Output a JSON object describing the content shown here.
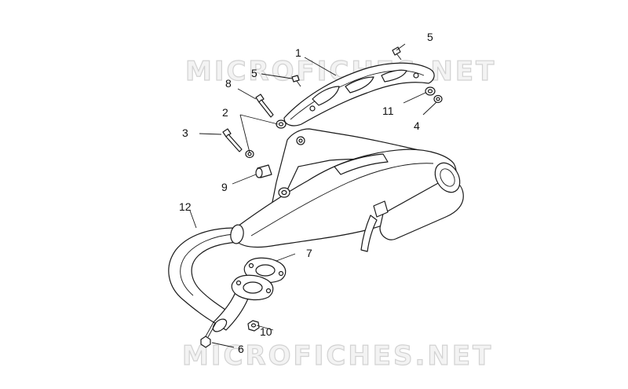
{
  "watermarks": [
    "MICROFICHES.NET",
    "MICROFICHES.NET"
  ],
  "labels": [
    {
      "id": "1",
      "text": "1"
    },
    {
      "id": "2",
      "text": "2"
    },
    {
      "id": "3",
      "text": "3"
    },
    {
      "id": "4",
      "text": "4"
    },
    {
      "id": "5a",
      "text": "5"
    },
    {
      "id": "5b",
      "text": "5"
    },
    {
      "id": "6",
      "text": "6"
    },
    {
      "id": "7",
      "text": "7"
    },
    {
      "id": "8",
      "text": "8"
    },
    {
      "id": "9",
      "text": "9"
    },
    {
      "id": "10",
      "text": "10"
    },
    {
      "id": "11",
      "text": "11"
    },
    {
      "id": "12",
      "text": "12"
    }
  ]
}
